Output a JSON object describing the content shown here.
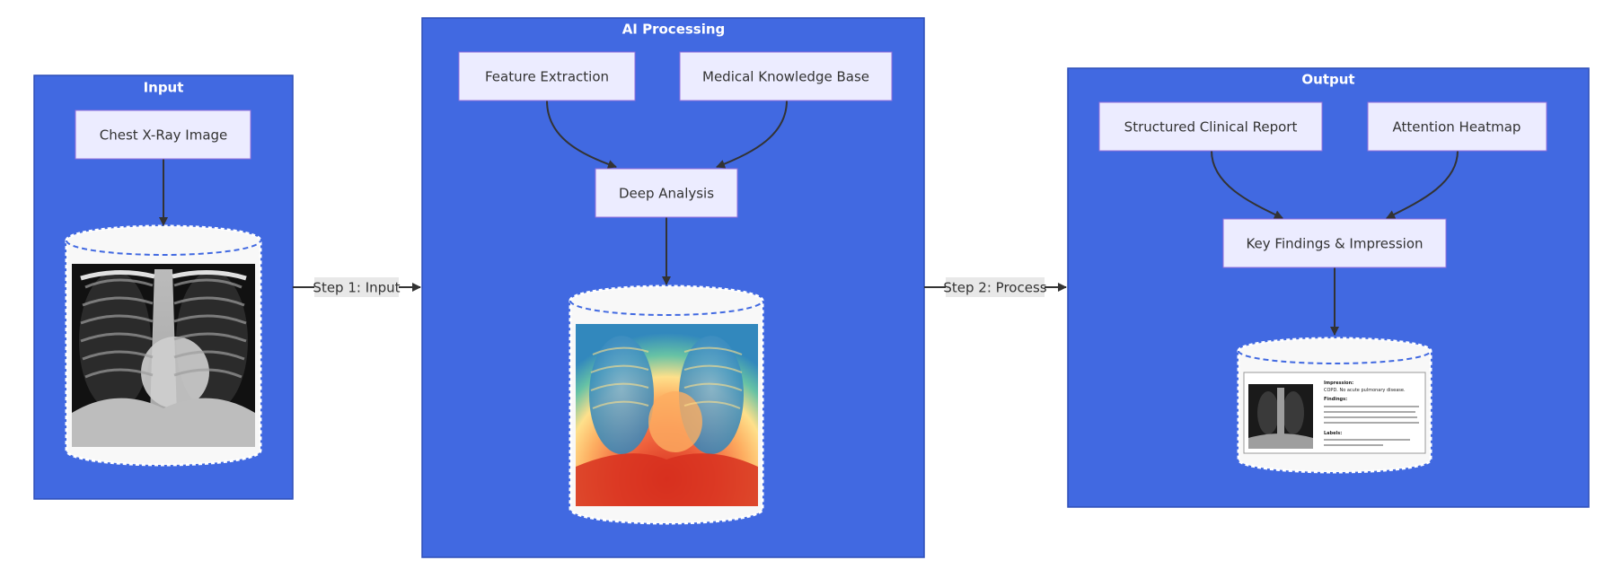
{
  "clusters": {
    "input": {
      "title": "Input"
    },
    "processing": {
      "title": "AI Processing"
    },
    "output": {
      "title": "Output"
    }
  },
  "nodes": {
    "chest_xray": "Chest X-Ray Image",
    "feature_extraction": "Feature Extraction",
    "medical_kb": "Medical Knowledge Base",
    "deep_analysis": "Deep Analysis",
    "structured_report": "Structured Clinical Report",
    "attention_heatmap": "Attention Heatmap",
    "key_findings": "Key Findings & Impression"
  },
  "edge_labels": {
    "step1": "Step 1: Input",
    "step2": "Step 2: Process"
  },
  "report_thumbnail": {
    "impression_label": "Impression:",
    "impression_text": "COPD. No acute pulmonary disease.",
    "findings_label": "Findings:",
    "labels_label": "Labels:"
  },
  "colors": {
    "cluster_fill": "#4169e1",
    "node_fill": "#ececff",
    "node_border": "#9370db",
    "edge": "#333333"
  }
}
